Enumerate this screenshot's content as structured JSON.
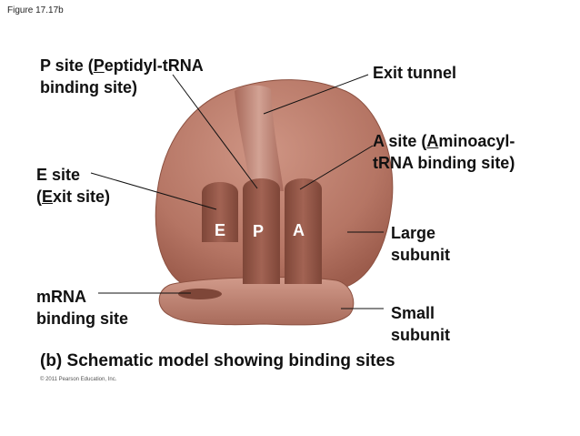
{
  "figure_label": "Figure 17.17b",
  "caption": "(b) Schematic model showing binding sites",
  "copyright": "© 2011 Pearson Education, Inc.",
  "labels": {
    "p_site": {
      "line1_prefix": "P site (",
      "line1_ul": "P",
      "line1_rest": "eptidyl-tRNA",
      "line2": "binding site)"
    },
    "exit_tunnel": "Exit tunnel",
    "a_site": {
      "line1_prefix": "A site (",
      "line1_ul": "A",
      "line1_rest": "minoacyl-",
      "line2": "tRNA binding site)"
    },
    "e_site": {
      "line1": "E site",
      "line2_prefix": "(",
      "line2_ul": "E",
      "line2_rest": "xit site)"
    },
    "large_subunit": {
      "line1": "Large",
      "line2": "subunit"
    },
    "mrna": {
      "line1": "mRNA",
      "line2": "binding site"
    },
    "small_subunit": {
      "line1": "Small",
      "line2": "subunit"
    }
  },
  "site_letters": {
    "e": "E",
    "p": "P",
    "a": "A"
  },
  "colors": {
    "subunit": "#b97a68",
    "subunit_dark": "#9c5e4d",
    "channel": "#8f5546",
    "tunnel": "#c99686"
  }
}
